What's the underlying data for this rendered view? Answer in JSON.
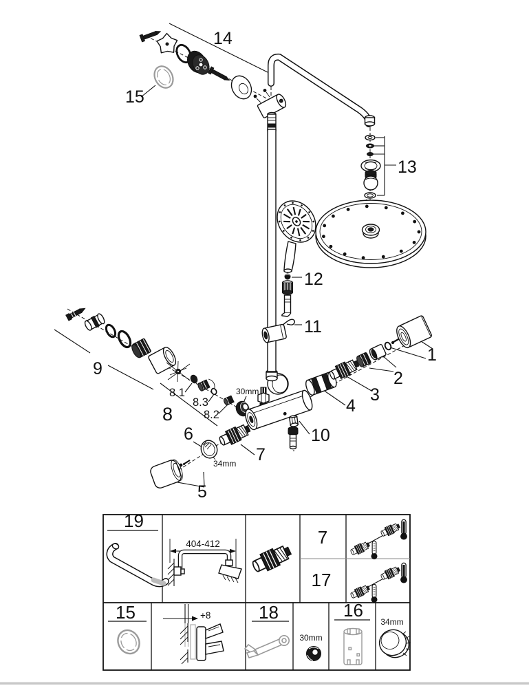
{
  "page": {
    "type": "exploded-parts-diagram",
    "ink_color": "#111111",
    "gray_color": "#9a9a9a",
    "footer_divider_color": "#c8c8c8"
  },
  "diagram": {
    "callouts": {
      "c14": "14",
      "c15": "15",
      "c13": "13",
      "c12": "12",
      "c11": "11",
      "c1": "1",
      "c2": "2",
      "c3": "3",
      "c4": "4",
      "c10": "10",
      "c9": "9",
      "c8": "8",
      "c8_1": "8.1",
      "c8_2": "8.2",
      "c8_3": "8.3",
      "c30mm": "30mm",
      "c6": "6",
      "c7": "7",
      "c34mm": "34mm",
      "c5": "5"
    }
  },
  "table": {
    "cells": {
      "c19": "19",
      "dim": "404-412",
      "c7": "7",
      "c17": "17",
      "c15": "15",
      "plus8": "+8",
      "c18": "18",
      "c30mm": "30mm",
      "c16": "16",
      "c34mm": "34mm"
    }
  },
  "icons": {
    "wrench": "open-end-wrench-icon",
    "thermometer_low": "thermometer-cold-icon",
    "thermometer_high": "thermometer-hot-icon",
    "cartridge": "thermostatic-cartridge-icon"
  }
}
